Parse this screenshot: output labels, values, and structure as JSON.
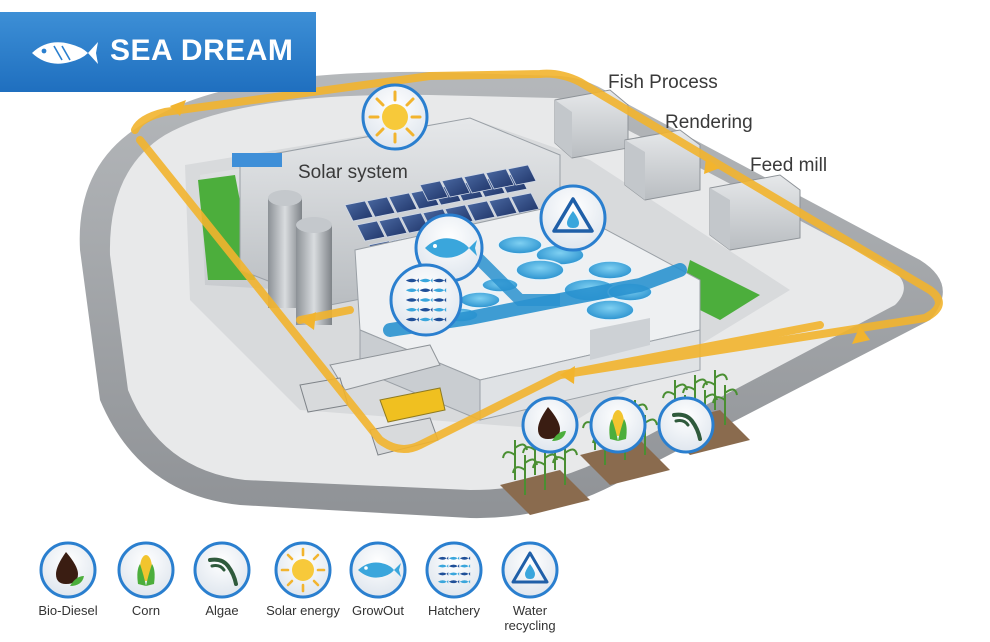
{
  "brand": {
    "title": "SEA DREAM",
    "icon": "fish-icon",
    "color": "#2a7fcf"
  },
  "labels": {
    "fish_process": "Fish Process",
    "rendering": "Rendering",
    "feed_mill": "Feed mill",
    "solar_system": "Solar system"
  },
  "legend": [
    {
      "label": "Bio-Diesel",
      "icon": "oil-drop-icon"
    },
    {
      "label": "Corn",
      "icon": "corn-icon"
    },
    {
      "label": "Algae",
      "icon": "algae-icon"
    },
    {
      "label": "Solar energy",
      "icon": "sun-icon"
    },
    {
      "label": "GrowOut",
      "icon": "fish-icon"
    },
    {
      "label": "Hatchery",
      "icon": "fish-school-icon"
    },
    {
      "label": "Water recycling",
      "icon": "water-recycle-icon"
    }
  ],
  "colors": {
    "flow": "#f2b42e",
    "water": "#3aa6dc",
    "accent": "#1f6fbf",
    "ground": "#a9acb0",
    "grass": "#4cae3c"
  }
}
